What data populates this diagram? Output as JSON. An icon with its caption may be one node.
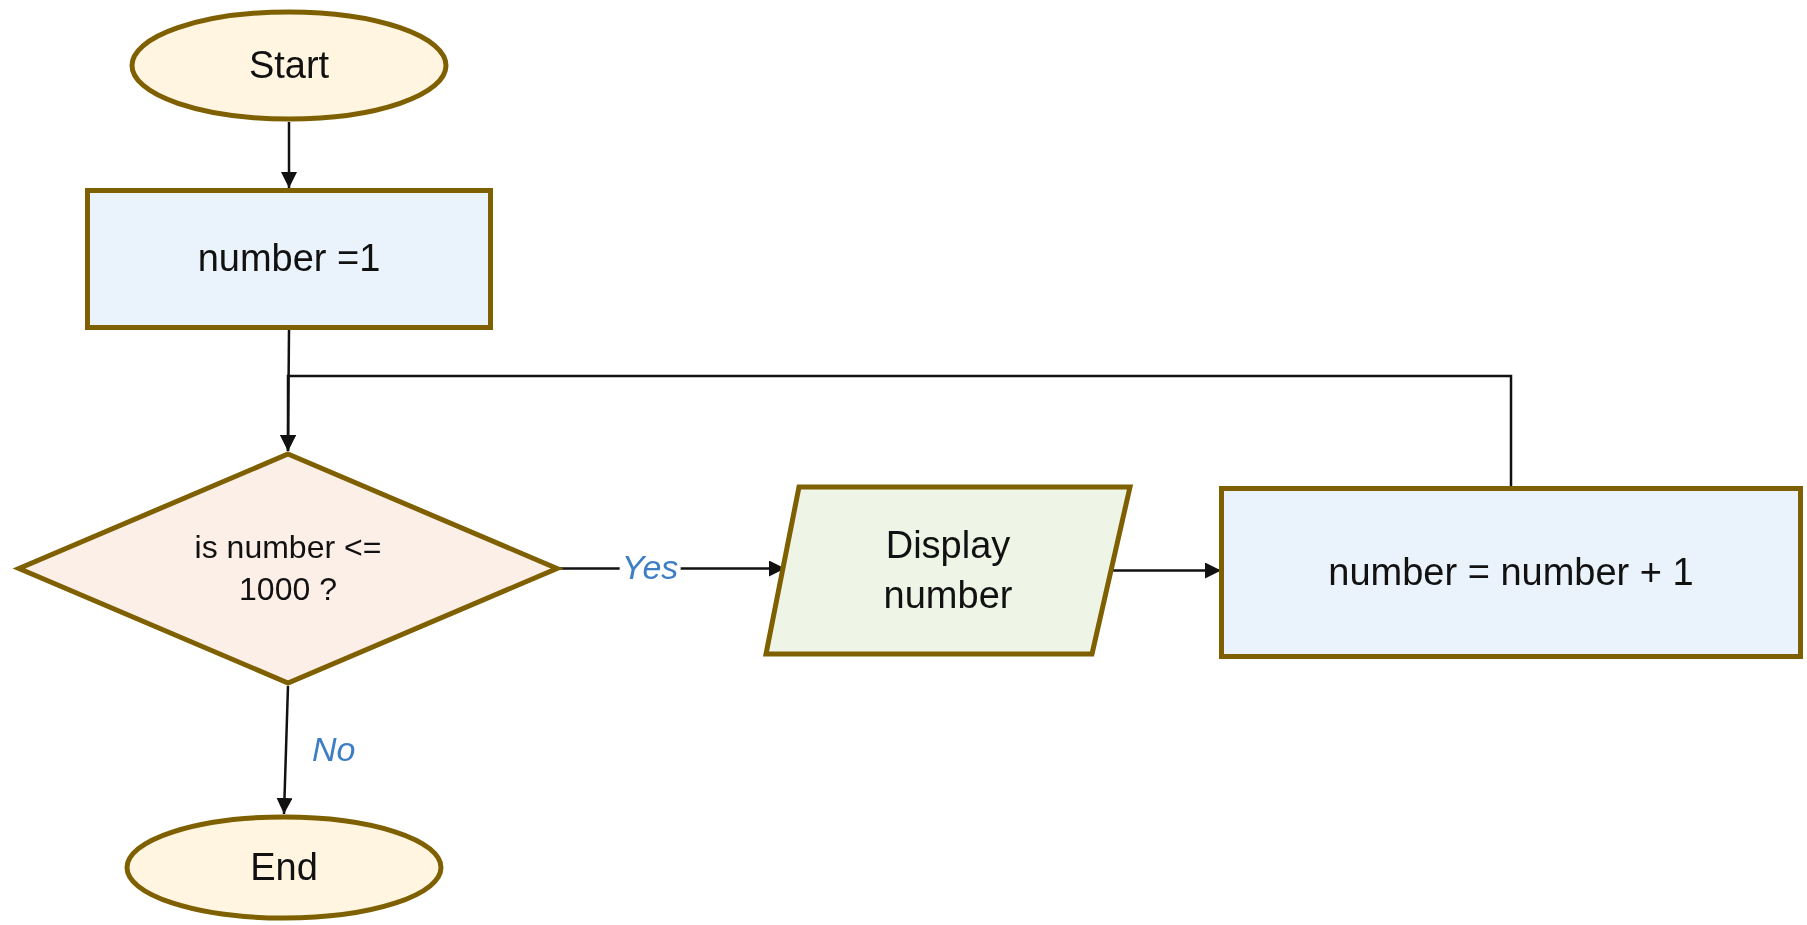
{
  "diagram": {
    "nodes": [
      {
        "text": [
          "Start"
        ]
      },
      {
        "text": [
          "number =1"
        ]
      },
      {
        "text": [
          "is number <= 1000 ?"
        ]
      },
      {
        "text": [
          "Display number"
        ]
      },
      {
        "text": [
          "number = number + 1"
        ]
      },
      {
        "text": [
          "End"
        ]
      }
    ],
    "edges": [
      {
        "from": 0,
        "to": 1,
        "arrow": "to"
      },
      {
        "from": 1,
        "to": 2,
        "arrow": "to"
      },
      {
        "from": 2,
        "to": 3,
        "arrow": "to",
        "label": "Yes"
      },
      {
        "from": 3,
        "to": 4,
        "arrow": "to"
      },
      {
        "from": 4,
        "to": 2,
        "arrow": "to"
      },
      {
        "from": 2,
        "to": 5,
        "arrow": "to",
        "label": "No"
      }
    ]
  }
}
